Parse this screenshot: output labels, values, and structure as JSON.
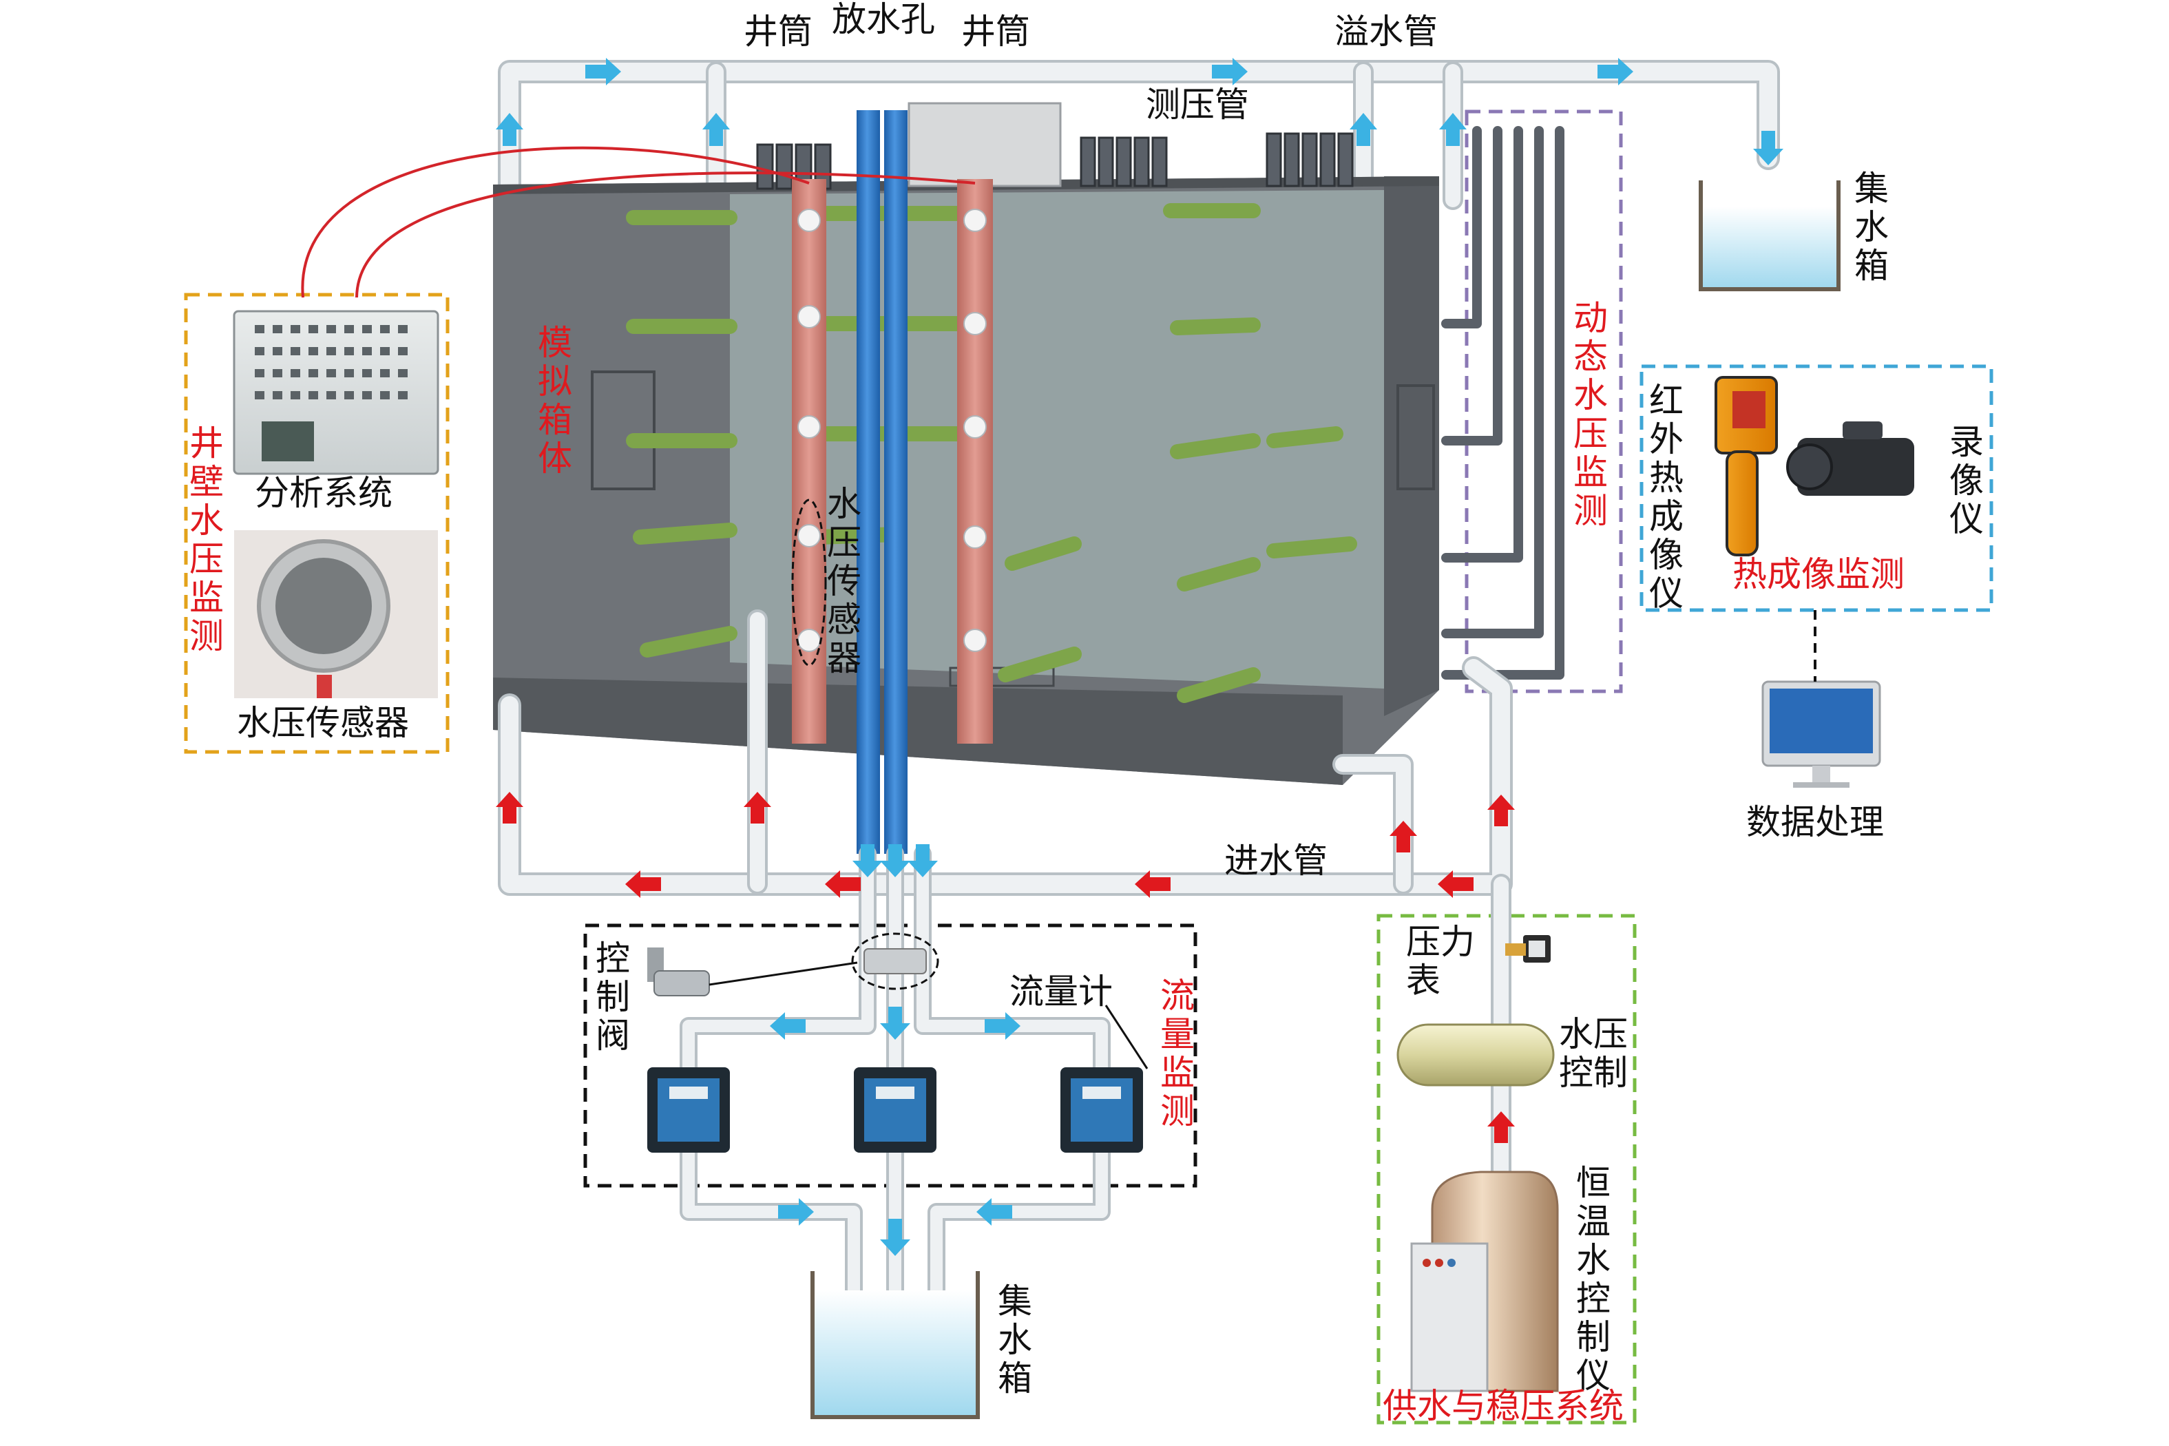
{
  "colors": {
    "red_label": "#e0191e",
    "box_orange": "#e3a21a",
    "box_purple": "#8a78b4",
    "box_blue": "#3fa6d6",
    "box_black": "#111111",
    "box_green": "#77bb42",
    "pipe": "#e7ebee",
    "blue_tube": "#2b77c8",
    "red_tube": "#d07f74",
    "green_rod": "#7ea54a",
    "arrow_blue": "#3bb2e3",
    "arrow_red": "#e0191e"
  },
  "labels": {
    "jingtong_left": "井筒",
    "fangshuikong": "放水孔",
    "jingtong_right": "井筒",
    "yishuiguan": "溢水管",
    "ceyaguan": "测压管",
    "jishuixiang_top": "集水箱",
    "moni_xiangti": "模拟箱体",
    "dongtai_shuiya": "动态水压监测",
    "fenxi_xitong": "分析系统",
    "jingbi_shuiya": "井壁水压监测",
    "shuiya_chuanganqi_box": "水压传感器",
    "shuiya_chuanganqi_tank": "水压传感器",
    "hongwai": "红外热成像仪",
    "luxiangyi": "录像仪",
    "rechengxiang": "热成像监测",
    "shuju_chuli": "数据处理",
    "jinshuiguan": "进水管",
    "kongzhifa": "控制阀",
    "liuliangji": "流量计",
    "liuliang_jiance": "流量监测",
    "jishuixiang_bottom": "集水箱",
    "yalibiao": "压力表",
    "shuiya_kongzhi": "水压控制",
    "hengwen": "恒温水控制仪",
    "gongshui": "供水与稳压系统"
  },
  "icons": [
    "water-tank-icon",
    "shaft-tube-icon",
    "drain-tube-icon",
    "piezometer-icon",
    "data-logger-icon",
    "pressure-sensor-icon",
    "thermal-camera-icon",
    "video-camera-icon",
    "computer-monitor-icon",
    "control-valve-icon",
    "flow-meter-icon",
    "pressure-gauge-icon",
    "pressure-tank-icon",
    "water-heater-icon",
    "arrow-icon"
  ]
}
